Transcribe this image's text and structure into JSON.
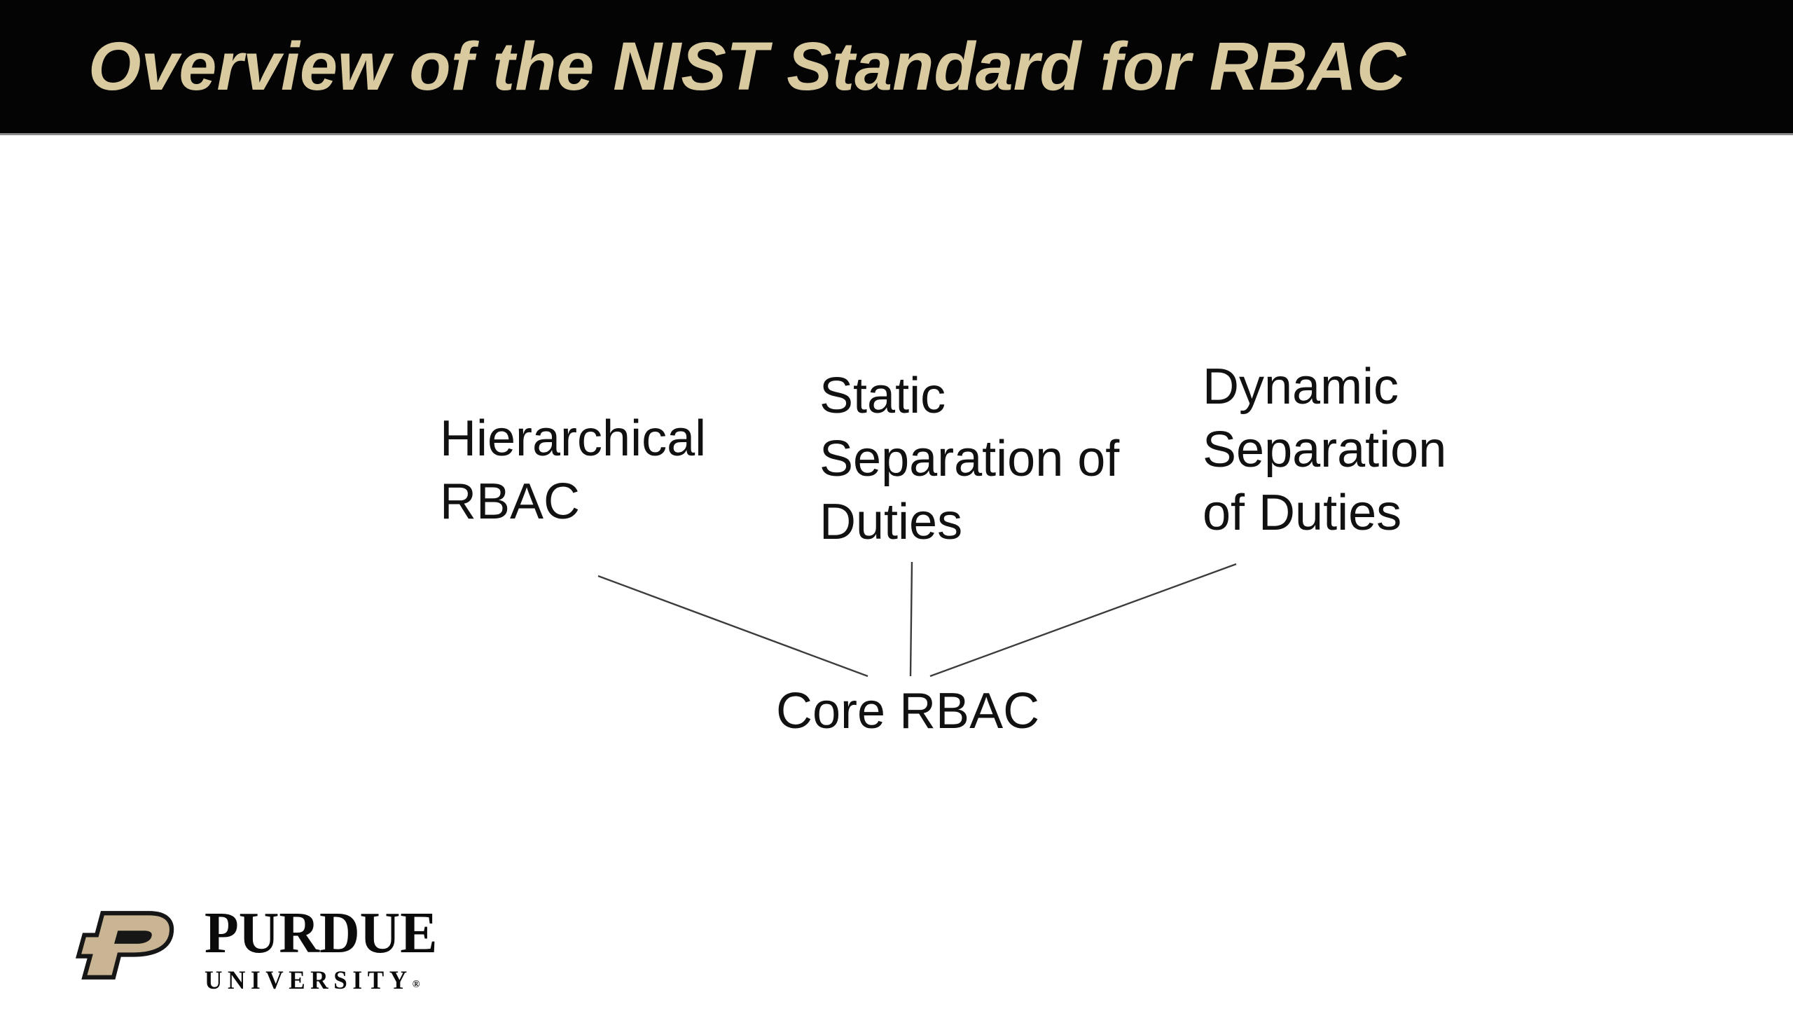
{
  "slide": {
    "title": "Overview of the NIST Standard for RBAC",
    "title_color": "#D9CA9F",
    "title_bar_color": "#040404",
    "background_color": "#ffffff"
  },
  "diagram": {
    "nodes": [
      {
        "id": "hierarchical-rbac",
        "lines": [
          "Hierarchical",
          "RBAC"
        ]
      },
      {
        "id": "static-separation-of-duties",
        "lines": [
          "Static",
          "Separation of",
          "Duties"
        ]
      },
      {
        "id": "dynamic-separation-of-duties",
        "lines": [
          "Dynamic",
          "Separation",
          "of Duties"
        ]
      }
    ],
    "core": {
      "label": "Core RBAC"
    },
    "connectors": [
      {
        "from": "hierarchical-rbac",
        "to": "core-rbac"
      },
      {
        "from": "static-separation-of-duties",
        "to": "core-rbac"
      },
      {
        "from": "dynamic-separation-of-duties",
        "to": "core-rbac"
      }
    ],
    "line_color": "#3c3c3c",
    "text_color": "#111111"
  },
  "footer": {
    "brand": "PURDUE",
    "sub": "UNIVERSITY",
    "reg": "®",
    "logo_gold": "#C9B593"
  }
}
